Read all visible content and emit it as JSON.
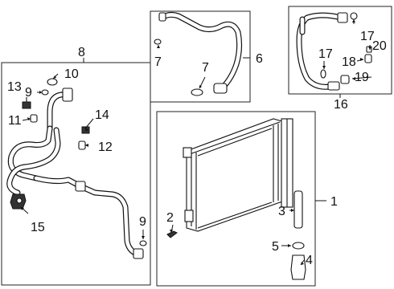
{
  "callouts": {
    "c1": "1",
    "c2": "2",
    "c3": "3",
    "c4": "4",
    "c5": "5",
    "c6": "6",
    "c7a": "7",
    "c7b": "7",
    "c8": "8",
    "c9a": "9",
    "c9b": "9",
    "c10": "10",
    "c11": "11",
    "c12": "12",
    "c13": "13",
    "c14": "14",
    "c15": "15",
    "c16": "16",
    "c17a": "17",
    "c17b": "17",
    "c18": "18",
    "c19": "19",
    "c20": "20"
  },
  "colors": {
    "line": "#111111",
    "background": "#ffffff"
  }
}
